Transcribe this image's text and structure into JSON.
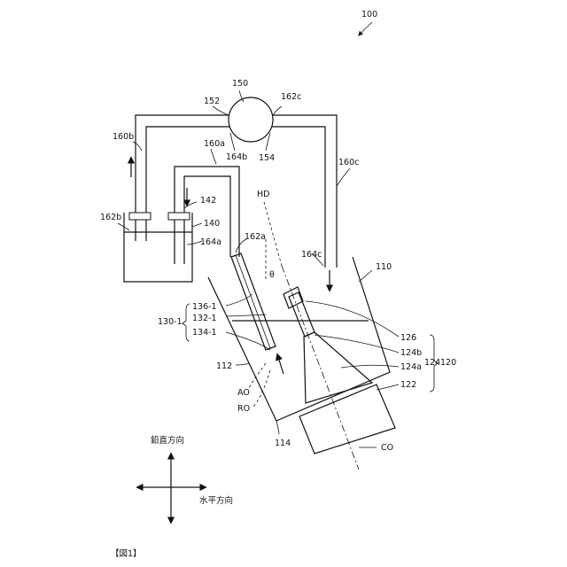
{
  "labels": {
    "assembly": "100",
    "container": "110",
    "container_side": "112",
    "container_bottom": "114",
    "nozzle_assembly": "120",
    "nozzle_base": "122",
    "nozzle": "124",
    "nozzle_body": "124a",
    "nozzle_tip": "124b",
    "nozzle_holder": "126",
    "tube_group": "130-1",
    "tube_136": "136-1",
    "tube_132": "132-1",
    "tube_134": "134-1",
    "tank": "140",
    "port_142": "142",
    "pump": "150",
    "pump_in": "152",
    "pump_out": "154",
    "pipe_a": "160a",
    "pipe_b": "160b",
    "pipe_c": "160c",
    "end_a": "162a",
    "end_b": "162b",
    "end_c": "162c",
    "end_4a": "164a",
    "end_4b": "164b",
    "end_4c": "164c",
    "hd": "HD",
    "theta": "θ",
    "ao": "AO",
    "ro": "RO",
    "co": "CO",
    "vertical": "鉛直方向",
    "horizontal": "水平方向",
    "fig_caption": "【図1】"
  }
}
